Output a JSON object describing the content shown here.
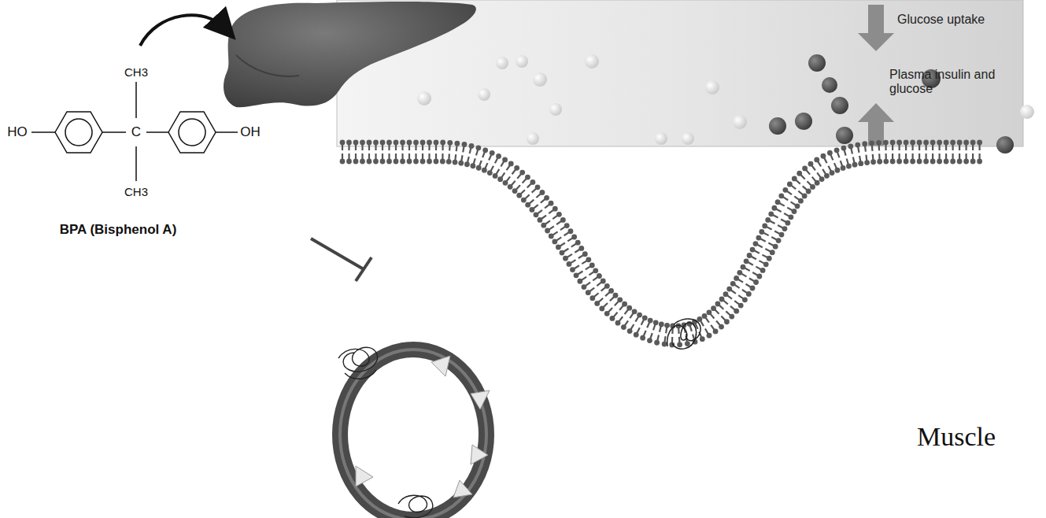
{
  "diagram": {
    "nodes": [
      {
        "text": [
          "Glucose uptake",
          "Plasma insulin and glucose"
        ]
      }
    ],
    "labels": [
      "CH3",
      "HO",
      "C",
      "OH",
      "CH3",
      "BPA (Bisphenol A)",
      "Muscle"
    ]
  }
}
